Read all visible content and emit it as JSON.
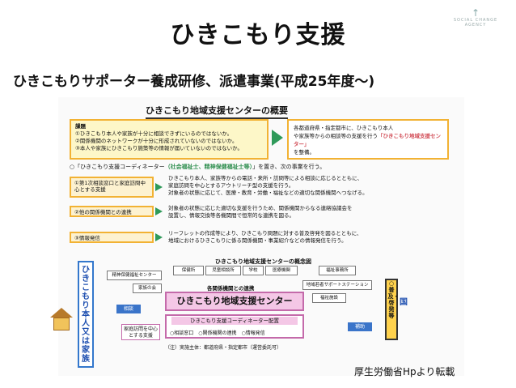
{
  "slide": {
    "title": "ひきこもり支援",
    "subtitle": "ひきこもりサポーター養成研修、派遣事業(平成25年度〜)",
    "credit": "厚生労働省Hpより転載",
    "logo_text": "SOCIAL CHANGE AGENCY",
    "logo_icon": "up-arrow-icon"
  },
  "figure": {
    "title": "ひきこもり地域支援センターの概要",
    "issues": {
      "heading": "課題",
      "lines": [
        "①ひきこもり本人や家族が十分に相談できずにいるのではないか。",
        "②関係機関のネットワークが十分に形成されていないのではないか。",
        "③本人や家族にひきこもり施策等の情報が届いていないのではないか。"
      ]
    },
    "result": {
      "line1": "各都道府県・指定都市に、ひきこもり本人",
      "line2": "や家族等からの相談等の支援を行う",
      "highlight": "「ひきこもり地域支援センター」",
      "line3": "を整備。"
    },
    "coordinator": {
      "prefix": "○「ひきこもり支援コーディネーター",
      "green": "（社会福祉士、精神保健福祉士等）",
      "suffix": "」を置き、次の事業を行う。"
    },
    "functions": [
      {
        "label": "①第1次相談窓口と家庭訪問中心とする支援",
        "desc": [
          "ひきこもり本人、家族等からの電話・来所・訪問等による相談に応じるとともに、",
          "家庭訪問を中心とするアウトリーチ型の支援を行う。",
          "対象者の状態に応じて、医療・教育・労働・福祉などの適切な関係機関へつなげる。"
        ]
      },
      {
        "label": "②他の関係機関との連携",
        "desc": [
          "対象者の状態に応じた適切な支援を行うため、関係機関からなる連絡協議会を",
          "設置し、情報交換等各機関間で恒常的な連携を図る。"
        ]
      },
      {
        "label": "③情報発信",
        "desc": [
          "リーフレットの作成等により、ひきこもり問題に対する普及啓発を図るとともに、",
          "地域におけるひきこもりに係る関係機関・事業紹介などの情報発信を行う。"
        ]
      }
    ],
    "concept": {
      "title": "ひきこもり地域支援センターの概念図",
      "person_label": "ひきこもり本人又は家族",
      "orgs": [
        "保健所",
        "児童相談所",
        "学校",
        "医療機関",
        "福祉事務所",
        "精神保健福祉センター",
        "家族の会",
        "地域若者サポートステーション",
        "福祉施設"
      ],
      "network_label": "各関係機関との連携",
      "center_label": "ひきこもり地域支援センター",
      "placement_label": "ひきこもり支援コーディネーター配置",
      "placement_funcs": "○相談窓口　○関係機関の連携　○情報発信",
      "consult_label": "相談",
      "visit_label": "家庭訪問を中心とする支援",
      "subsidy_label": "補助",
      "gov_functions": "○普及・啓発等",
      "gov_label": "国",
      "note": "（注）実施主体：都道府県・指定都市（運営委託可）"
    }
  }
}
